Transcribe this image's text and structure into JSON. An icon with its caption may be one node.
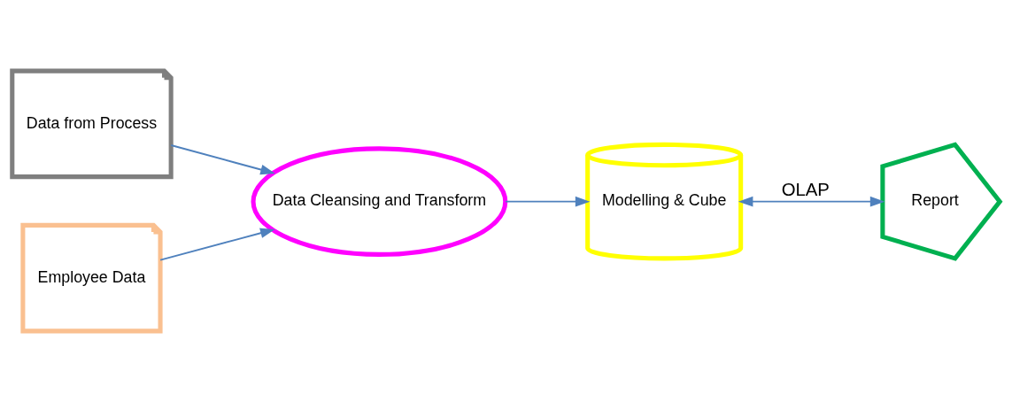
{
  "diagram": {
    "nodes": [
      {
        "text": [
          "Data from Process"
        ]
      },
      {
        "text": [
          "Employee Data"
        ]
      },
      {
        "text": [
          "Data Cleansing and Transform"
        ]
      },
      {
        "text": [
          "Modelling & Cube"
        ]
      },
      {
        "text": [
          "Report"
        ]
      }
    ],
    "edges": [
      {
        "from": 0,
        "to": 2,
        "arrow": "to"
      },
      {
        "from": 1,
        "to": 2,
        "arrow": "to"
      },
      {
        "from": 2,
        "to": 3,
        "arrow": "to"
      },
      {
        "from": 3,
        "to": 4,
        "arrow": "both",
        "label": "OLAP"
      }
    ]
  }
}
